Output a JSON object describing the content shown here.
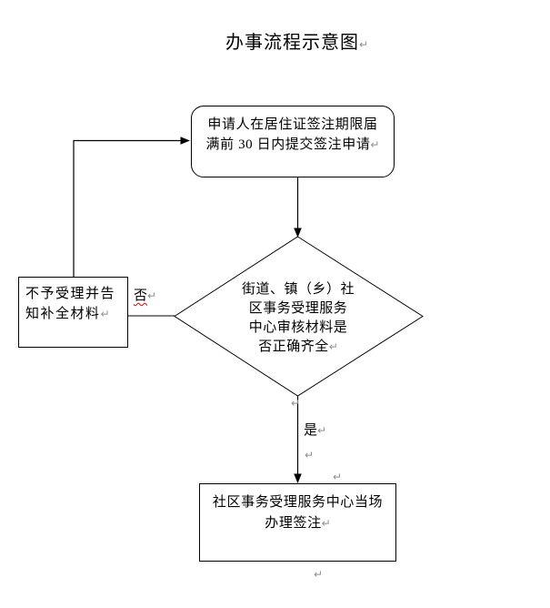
{
  "title": {
    "text": "办事流程示意图"
  },
  "marks": {
    "pilcrow": "↵"
  },
  "nodes": {
    "start": {
      "lines": [
        "申请人在居住证签注期限届",
        "满前 30 日内提交签注申请"
      ]
    },
    "decision": {
      "lines": [
        "街道、镇（乡）社",
        "区事务受理服务",
        "中心审核材料是",
        "否正确齐全"
      ]
    },
    "reject": {
      "lines": [
        "不予受理并告",
        "知补全材料"
      ]
    },
    "process": {
      "lines": [
        "社区事务受理服务中心当场",
        "办理签注"
      ]
    }
  },
  "labels": {
    "no": "否",
    "yes": "是"
  },
  "colors": {
    "line": "#000000",
    "shape_fill": "#ffffff",
    "mark_gray": "#8f8f8f",
    "spellcheck_red": "#e00000",
    "background": "#ffffff"
  }
}
